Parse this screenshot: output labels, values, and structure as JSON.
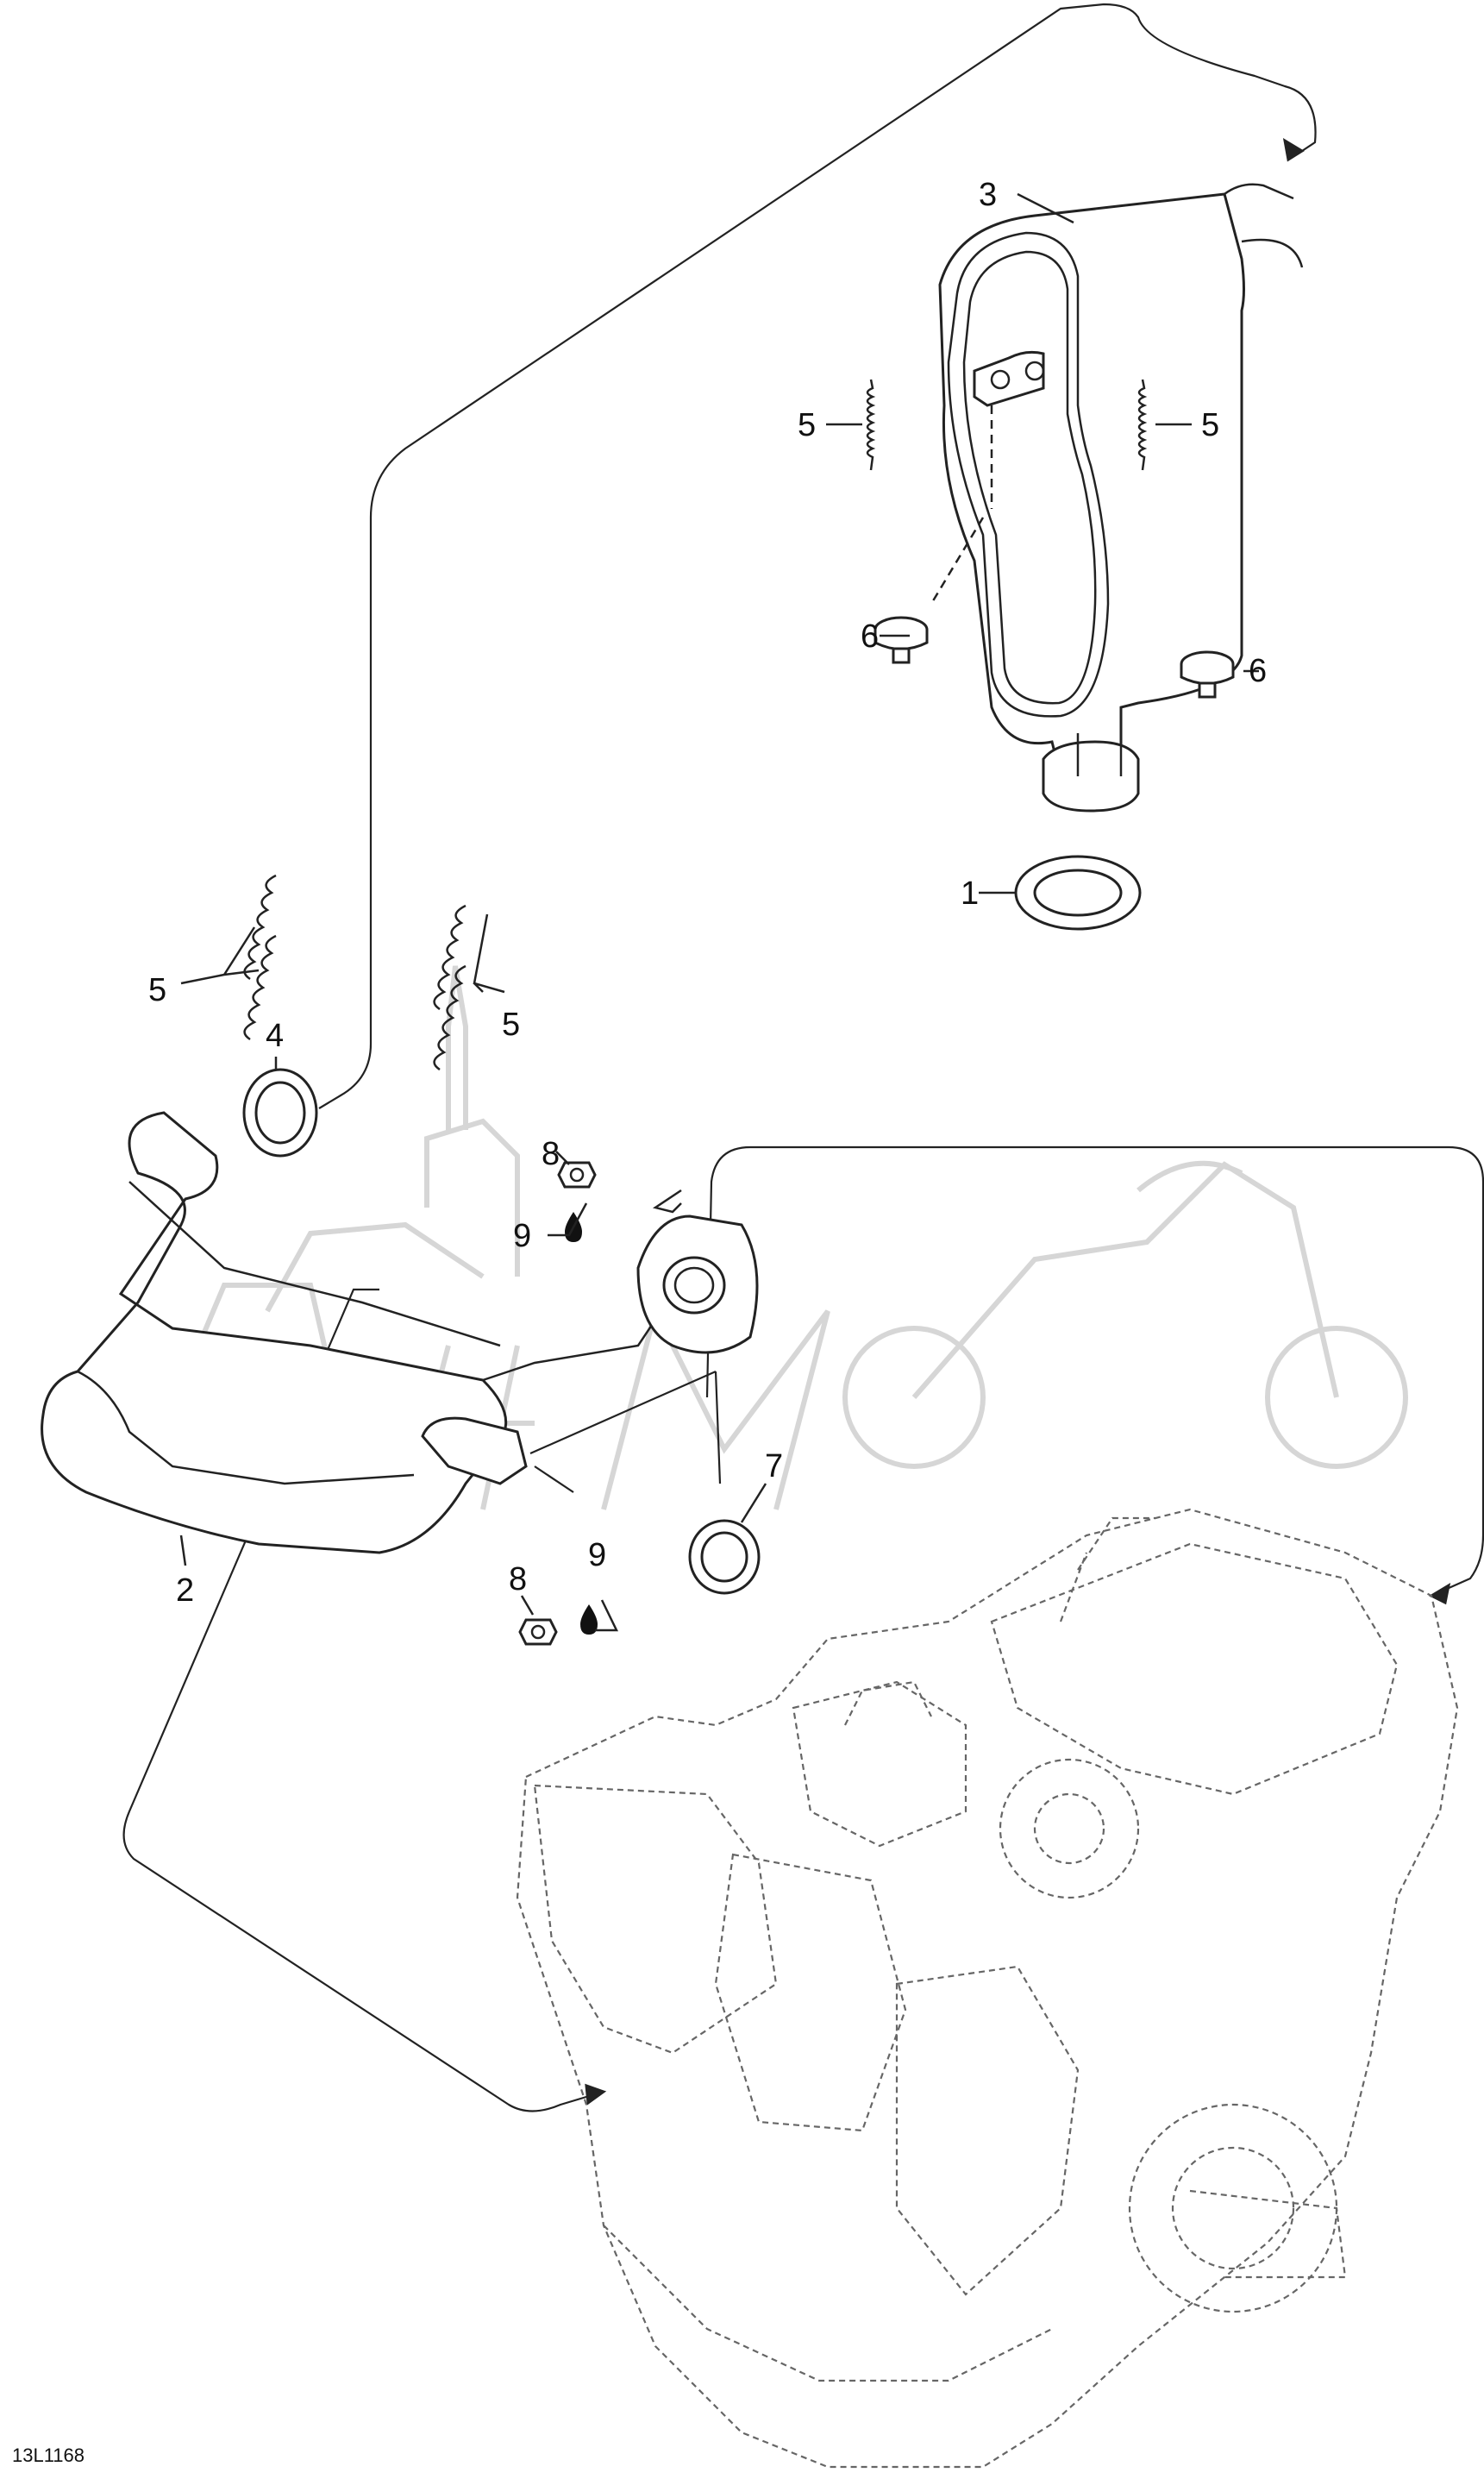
{
  "drawing_id": "13L1168",
  "callouts": [
    {
      "id": "c-3",
      "label": "3"
    },
    {
      "id": "c-5a",
      "label": "5"
    },
    {
      "id": "c-5b",
      "label": "5"
    },
    {
      "id": "c-6a",
      "label": "6"
    },
    {
      "id": "c-6b",
      "label": "6"
    },
    {
      "id": "c-1",
      "label": "1"
    },
    {
      "id": "c-5c",
      "label": "5"
    },
    {
      "id": "c-5d",
      "label": "5"
    },
    {
      "id": "c-4",
      "label": "4"
    },
    {
      "id": "c-8a",
      "label": "8"
    },
    {
      "id": "c-9a",
      "label": "9"
    },
    {
      "id": "c-2",
      "label": "2"
    },
    {
      "id": "c-7",
      "label": "7"
    },
    {
      "id": "c-8b",
      "label": "8"
    },
    {
      "id": "c-9b",
      "label": "9"
    }
  ],
  "parts": {
    "muffler": {
      "callout": "3",
      "name": "muffler-icon"
    },
    "exhaust_pipe": {
      "callout": "2",
      "name": "exhaust-pipe-icon"
    },
    "gasket_large": {
      "callout": "1",
      "name": "gasket-icon"
    },
    "gasket_pipe": {
      "callout": "4",
      "name": "gasket-icon"
    },
    "gasket_manifold": {
      "callout": "7",
      "name": "gasket-icon"
    },
    "springs": {
      "callout": "5",
      "name": "spring-icon"
    },
    "rubber_mounts": {
      "callout": "6",
      "name": "rubber-mount-icon"
    },
    "nuts": {
      "callout": "8",
      "name": "nut-icon"
    },
    "threadlocker": {
      "callout": "9",
      "name": "threadlocker-drop-icon"
    },
    "engine": {
      "name": "engine-icon"
    }
  },
  "watermark": {
    "color": "#d6d6d6"
  }
}
